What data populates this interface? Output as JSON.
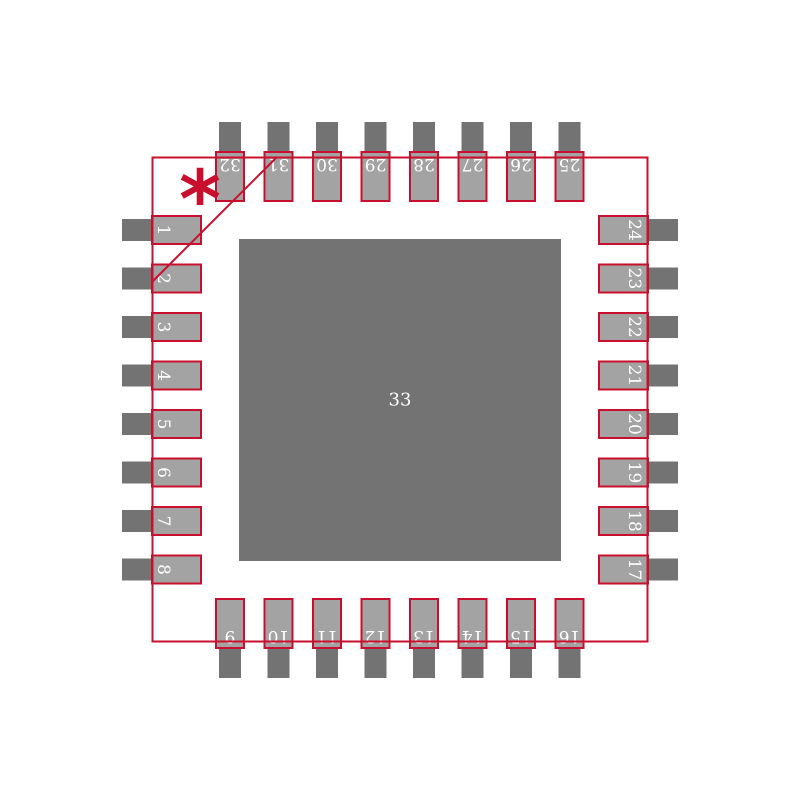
{
  "footprint": {
    "package": "QFN-32",
    "colors": {
      "background": "#ffffff",
      "outline": "#c8102e",
      "pad_fill": "#a3a3a3",
      "terminal": "#737373",
      "thermal_pad": "#737373",
      "label": "#ffffff"
    },
    "thermal_pad_label": "33",
    "pin1_marker": "*",
    "pins": {
      "left": [
        "1",
        "2",
        "3",
        "4",
        "5",
        "6",
        "7",
        "8"
      ],
      "bottom": [
        "9",
        "10",
        "11",
        "12",
        "13",
        "14",
        "15",
        "16"
      ],
      "right": [
        "17",
        "18",
        "19",
        "20",
        "21",
        "22",
        "23",
        "24"
      ],
      "top": [
        "25",
        "26",
        "27",
        "28",
        "29",
        "30",
        "31",
        "32"
      ]
    }
  }
}
